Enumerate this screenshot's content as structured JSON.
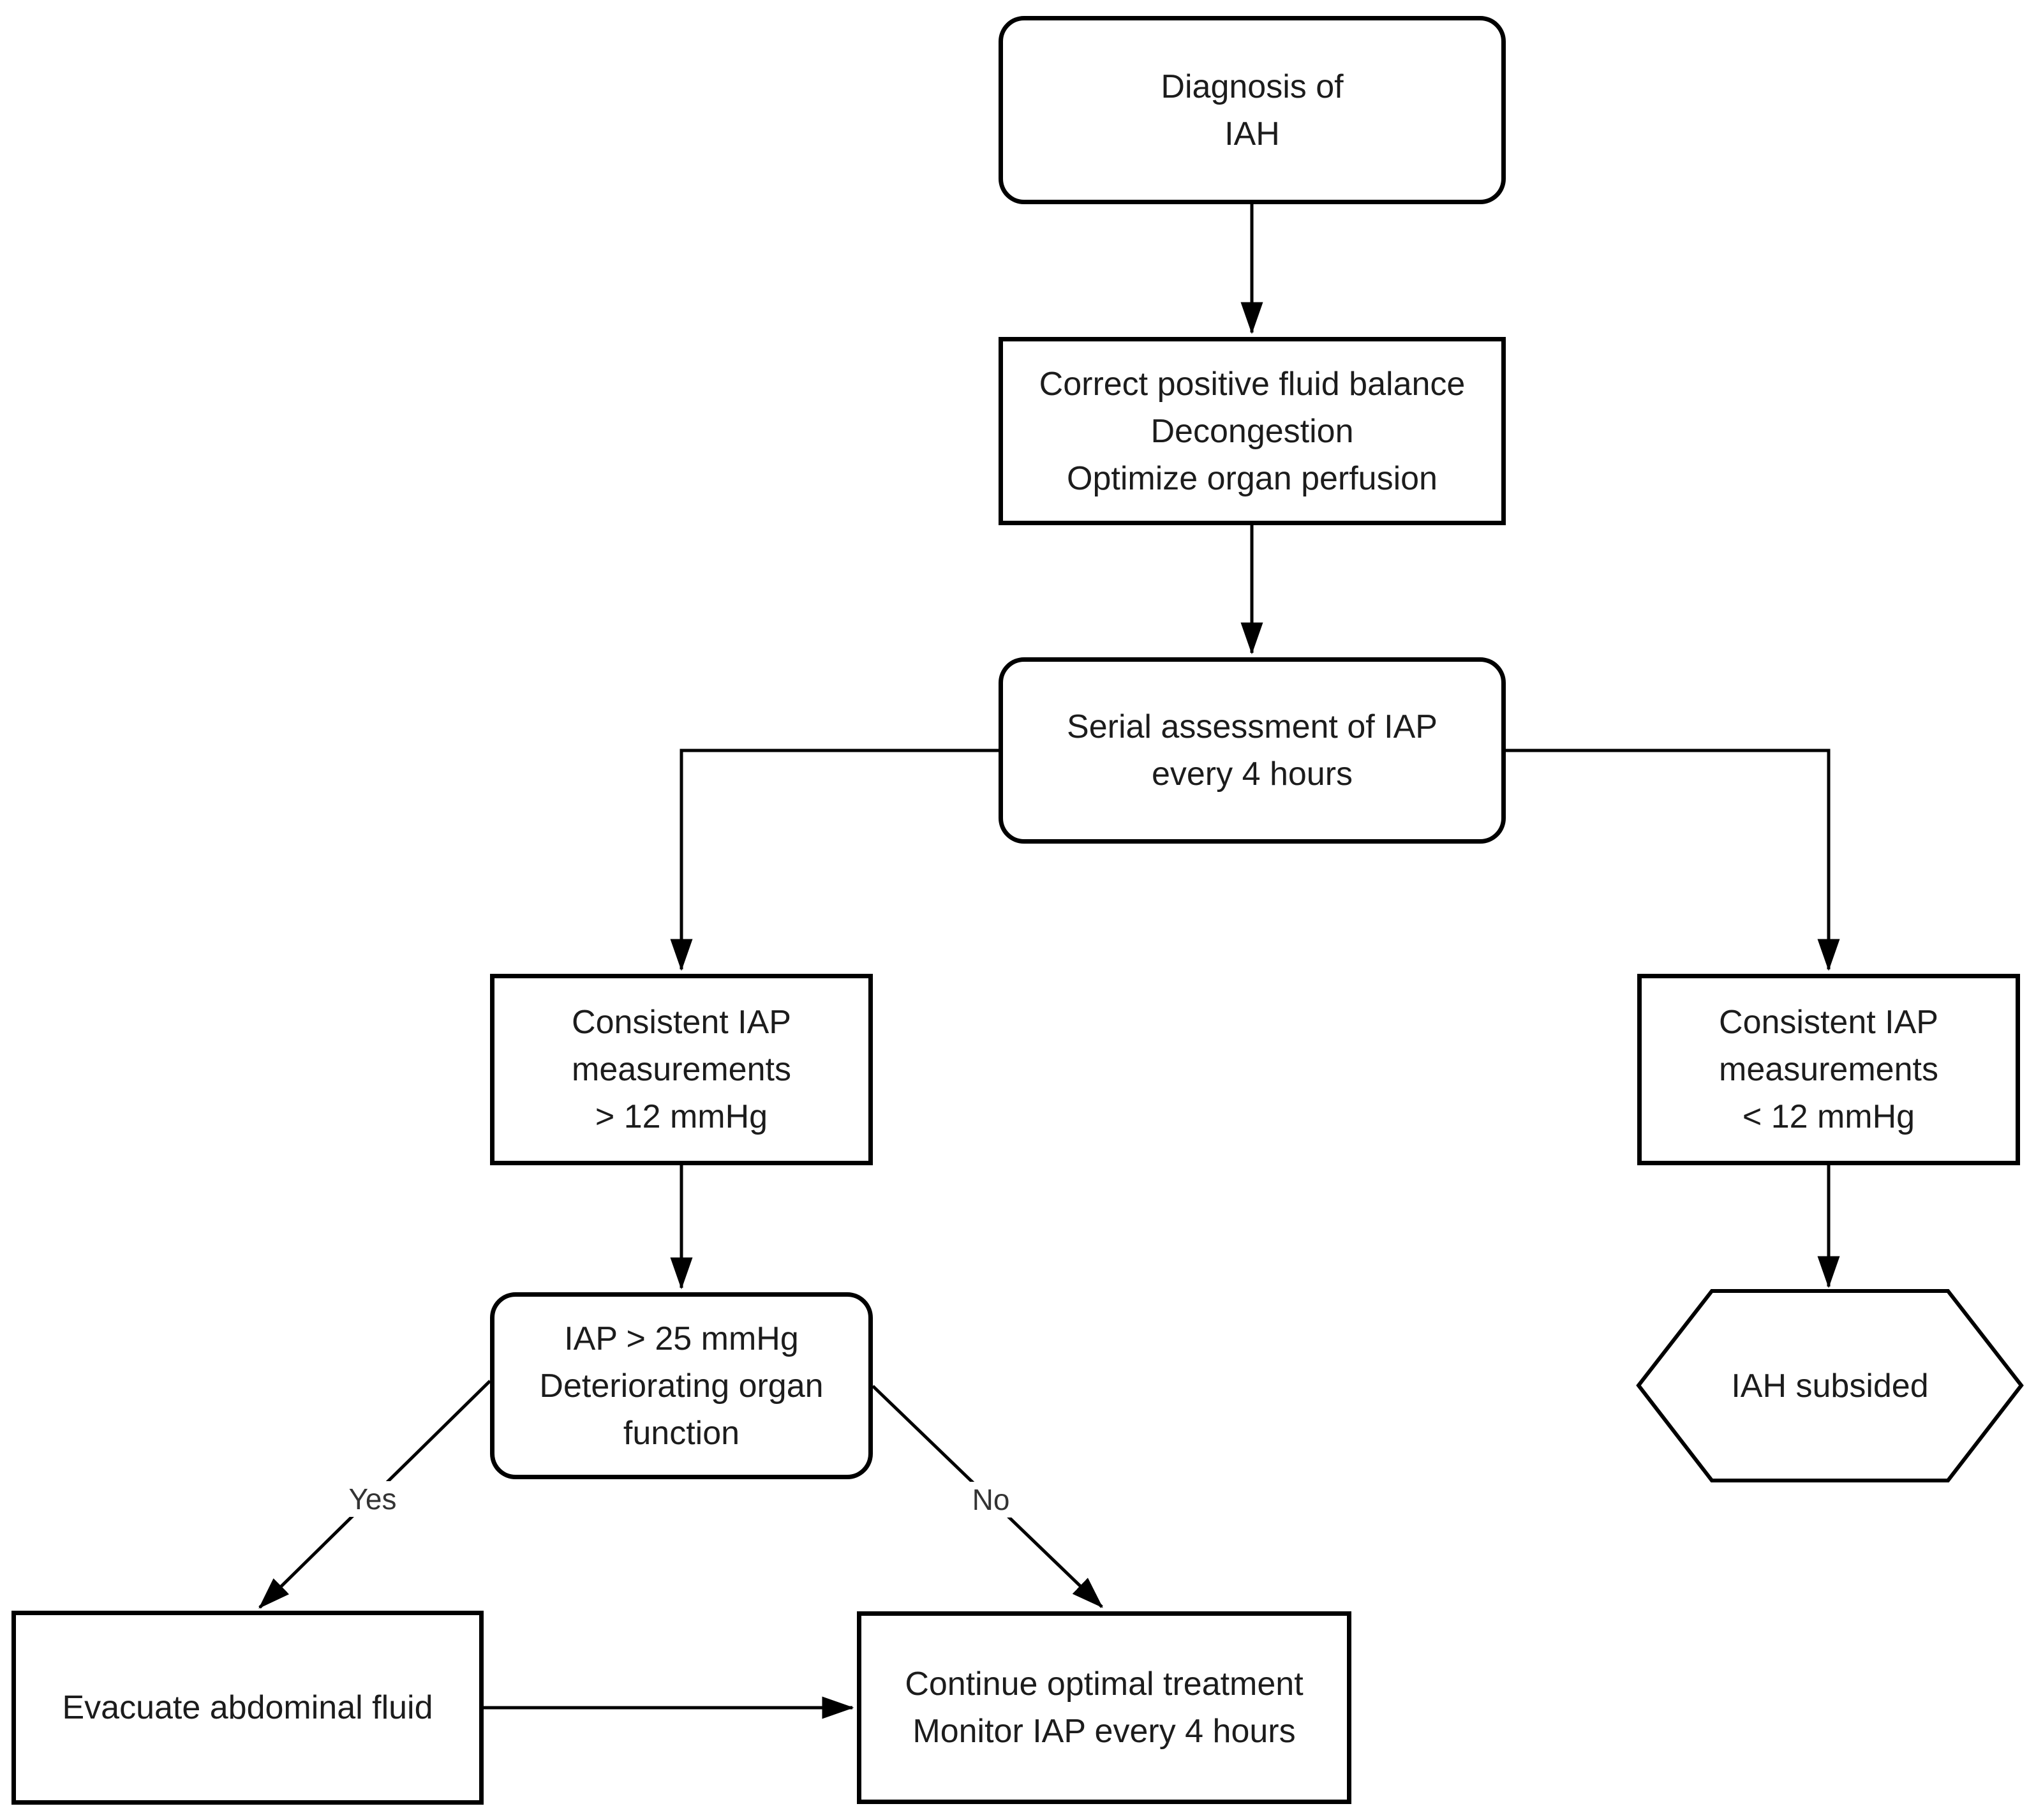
{
  "colors": {
    "background": "#ffffff",
    "node_border": "#000000",
    "node_fill": "#ffffff",
    "line": "#000000",
    "text": "#1c1c1c",
    "label_text": "#333333"
  },
  "nodes": {
    "diagnosis": {
      "shape": "rounded-rectangle",
      "lines": [
        "Diagnosis of",
        "IAH"
      ]
    },
    "correct_fluid": {
      "shape": "rectangle",
      "lines": [
        "Correct positive fluid balance",
        "Decongestion",
        "Optimize organ perfusion"
      ]
    },
    "serial_assessment": {
      "shape": "rounded-rectangle",
      "lines": [
        "Serial assessment of IAP",
        "every 4 hours"
      ]
    },
    "iap_high": {
      "shape": "rectangle",
      "lines": [
        "Consistent IAP",
        "measurements",
        "> 12 mmHg"
      ]
    },
    "iap_low": {
      "shape": "rectangle",
      "lines": [
        "Consistent IAP",
        "measurements",
        "< 12 mmHg"
      ]
    },
    "iap_critical": {
      "shape": "rounded-rectangle",
      "lines": [
        "IAP > 25 mmHg",
        "Deteriorating organ",
        "function"
      ]
    },
    "iah_subsided": {
      "shape": "hexagon",
      "lines": [
        "IAH subsided"
      ]
    },
    "evacuate": {
      "shape": "rectangle",
      "lines": [
        "Evacuate abdominal fluid"
      ]
    },
    "continue_treatment": {
      "shape": "rectangle",
      "lines": [
        "Continue optimal treatment",
        "Monitor IAP every 4 hours"
      ]
    }
  },
  "edge_labels": {
    "yes": "Yes",
    "no": "No"
  }
}
